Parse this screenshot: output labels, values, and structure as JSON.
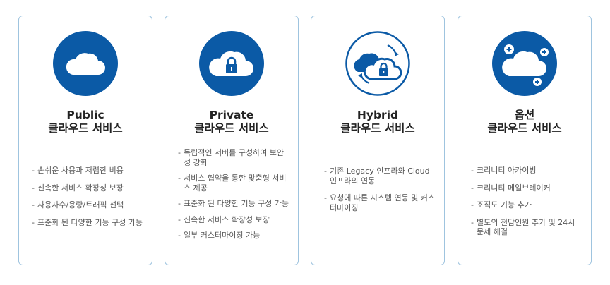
{
  "colors": {
    "primary": "#0b5aa6",
    "border": "#9fc4df"
  },
  "cards": [
    {
      "icon": "cloud-icon",
      "title_line1": "Public",
      "title_line2": "클라우드 서비스",
      "items": [
        "손쉬운 사용과 저렴한 비용",
        "신속한 서비스 확장성 보장",
        "사용자수/용량/트래픽 선택",
        "표준화 된 다양한 기능 구성 가능"
      ]
    },
    {
      "icon": "cloud-lock-icon",
      "title_line1": "Private",
      "title_line2": "클라우드 서비스",
      "items": [
        "독립적인 서버를 구성하여 보안성 강화",
        "서비스 협약을 통한 맞춤형 서비스 제공",
        "표준화 된 다양한 기능 구성 가능",
        "신속한 서비스 확장성 보장",
        "일부 커스터마이징 가능"
      ]
    },
    {
      "icon": "hybrid-cloud-icon",
      "title_line1": "Hybrid",
      "title_line2": "클라우드 서비스",
      "items": [
        "기존 Legacy 인프라와 Cloud 인프라의 연동",
        "요청에 따른 시스템 연동 및 커스터마이징"
      ]
    },
    {
      "icon": "cloud-plus-icon",
      "title_line1": "옵션",
      "title_line2": "클라우드 서비스",
      "items": [
        "크리니티 아카이빙",
        "크리니티 메일브레이커",
        "조직도 기능 추가",
        "별도의 전담인원 추가 및 24시 문제 해결"
      ]
    }
  ]
}
